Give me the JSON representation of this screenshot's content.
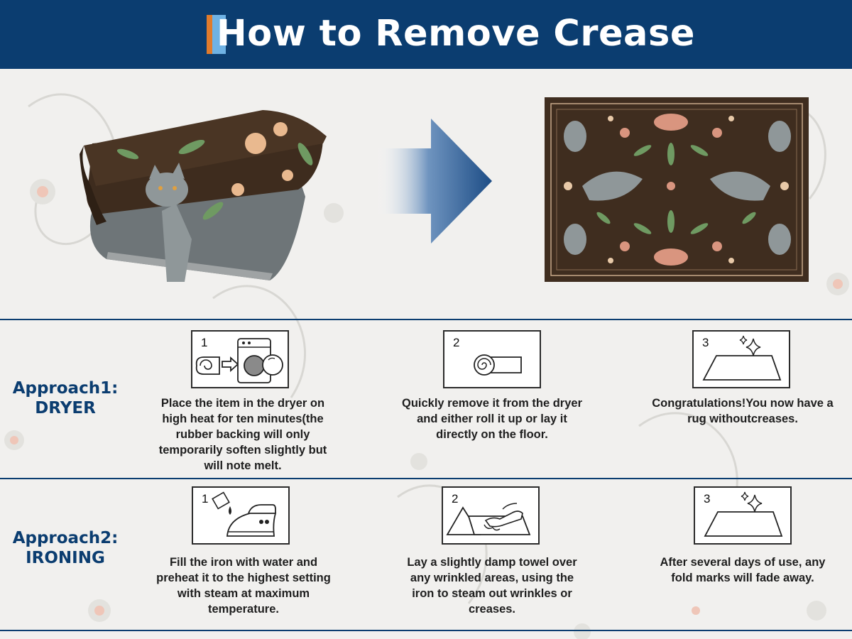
{
  "header": {
    "title": "How to Remove Crease"
  },
  "colors": {
    "navy": "#0b3d70",
    "orange": "#e07b2c",
    "light_blue": "#6fb2e4",
    "rug_brown": "#3f2d1f"
  },
  "approaches": [
    {
      "label_line1": "Approach1:",
      "label_line2": "DRYER",
      "steps": [
        {
          "number": "1",
          "icon": "dryer-icon",
          "text": "Place the item in the dryer on high heat for ten minutes(the rubber backing will only temporarily soften slightly but will note melt."
        },
        {
          "number": "2",
          "icon": "rolled-rug-icon",
          "text": "Quickly remove it from the dryer and either roll it up or lay it directly on the floor."
        },
        {
          "number": "3",
          "icon": "flat-rug-sparkle-icon",
          "text": "Congratulations!You now have a rug withoutcreases."
        }
      ]
    },
    {
      "label_line1": "Approach2:",
      "label_line2": "IRONING",
      "steps": [
        {
          "number": "1",
          "icon": "iron-water-icon",
          "text": "Fill the iron with water and preheat it to the highest setting with steam at maximum temperature."
        },
        {
          "number": "2",
          "icon": "towel-iron-icon",
          "text": "Lay a slightly damp towel over any wrinkled areas, using the iron to steam out wrinkles or creases."
        },
        {
          "number": "3",
          "icon": "flat-rug-sparkle-icon",
          "text": "After several days of use, any fold marks will fade away."
        }
      ]
    }
  ]
}
